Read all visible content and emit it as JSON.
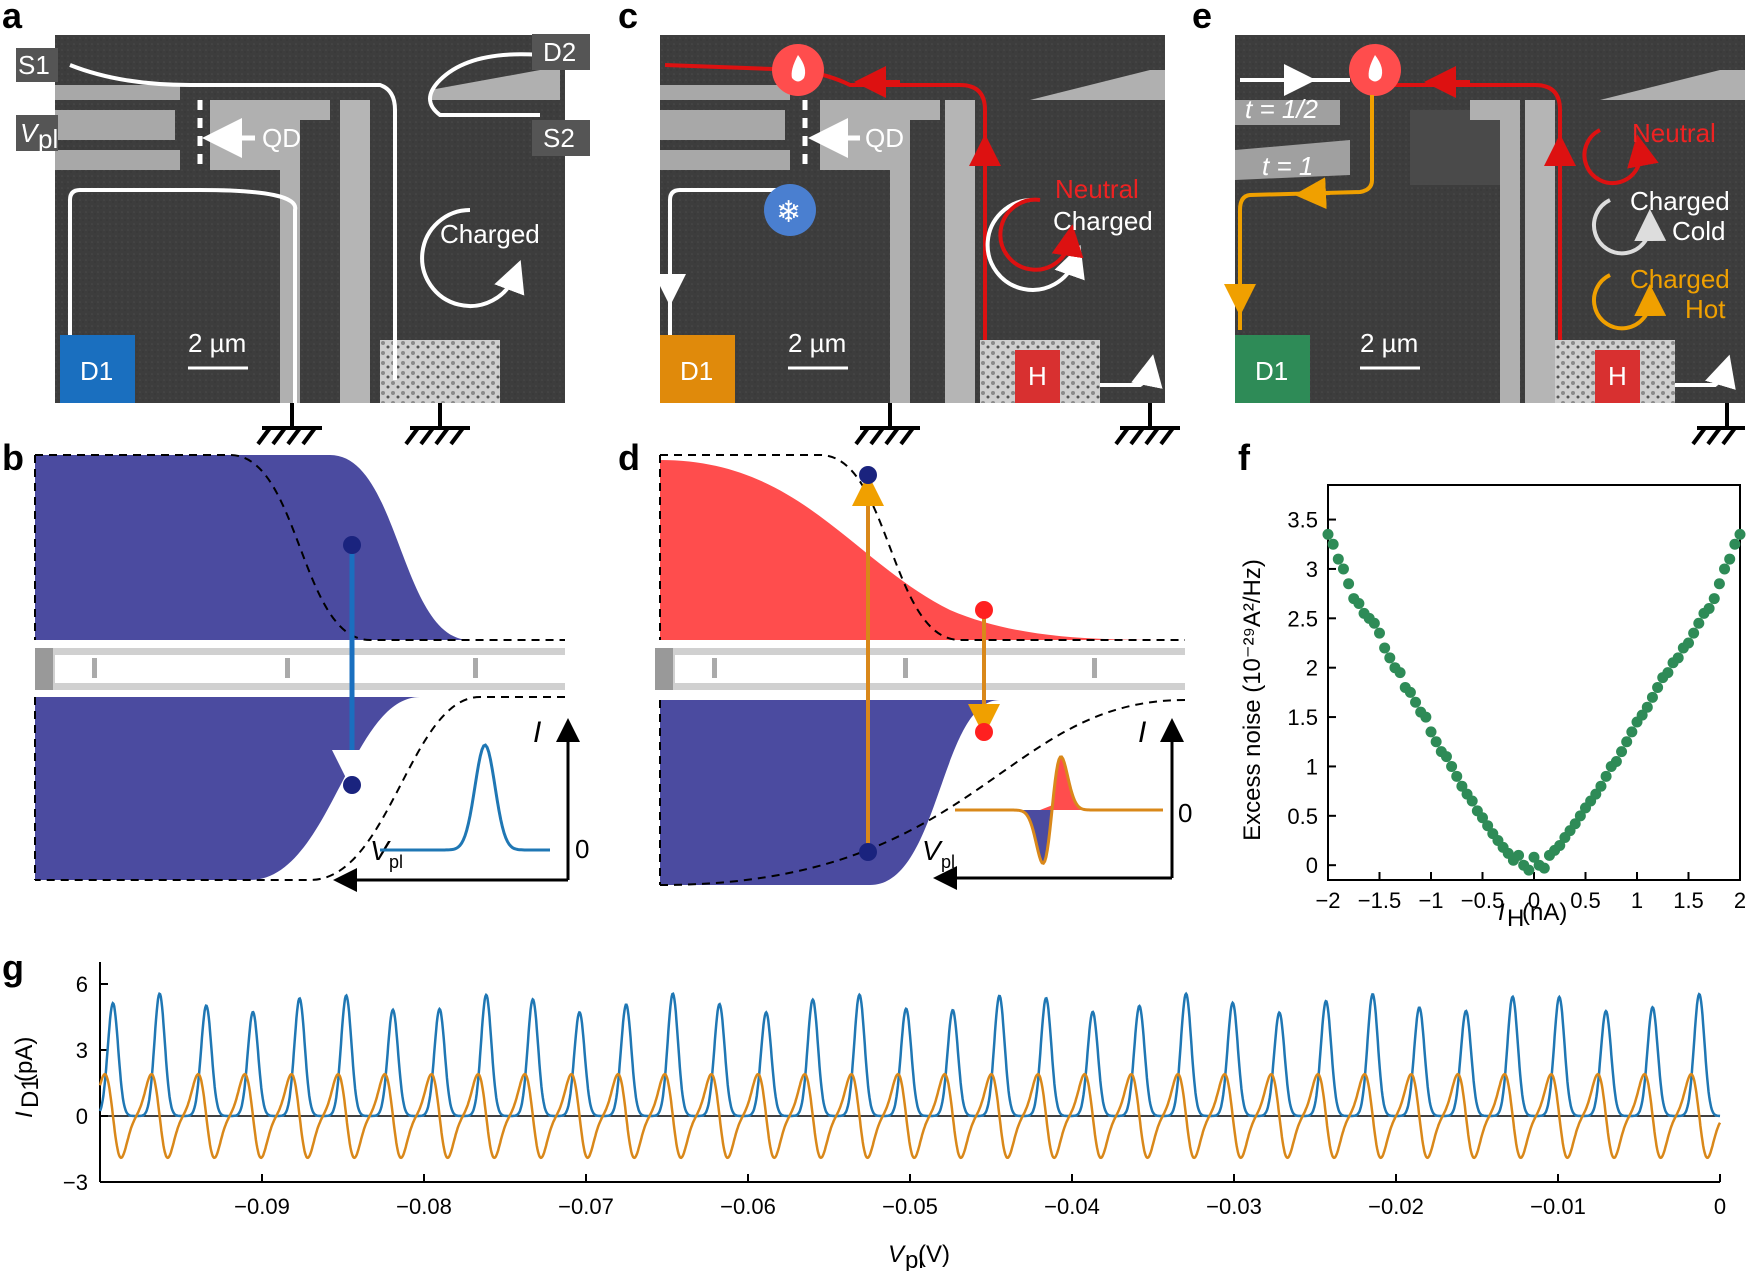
{
  "panel_labels": {
    "a": "a",
    "b": "b",
    "c": "c",
    "d": "d",
    "e": "e",
    "f": "f",
    "g": "g"
  },
  "panel_a": {
    "S1": "S1",
    "S2": "S2",
    "D2": "D2",
    "D1": "D1",
    "Vpl_main": "V",
    "Vpl_sub": "pl",
    "QD": "QD",
    "charged": "Charged",
    "scale": "2 µm"
  },
  "panel_c": {
    "QD": "QD",
    "neutral": "Neutral",
    "charged": "Charged",
    "D1": "D1",
    "H": "H",
    "scale": "2 µm"
  },
  "panel_e": {
    "t_half": "t = 1/2",
    "t_one": "t = 1",
    "neutral": "Neutral",
    "charged_cold_1": "Charged",
    "charged_cold_2": "Cold",
    "charged_hot_1": "Charged",
    "charged_hot_2": "Hot",
    "D1": "D1",
    "H": "H",
    "scale": "2 µm"
  },
  "panel_b": {
    "I_label": "I",
    "zero": "0",
    "Vpl_main": "V",
    "Vpl_sub": "pl"
  },
  "panel_d": {
    "I_label": "I",
    "zero": "0",
    "Vpl_main": "V",
    "Vpl_sub": "pl"
  },
  "colors": {
    "blue": "#1f77b4",
    "orange": "#d9881a",
    "green": "#2e8b57",
    "purple": "#4b4ba0",
    "red": "#ff4d4d",
    "sem_bg": "#3a3a3a",
    "d1_blue": "#1a6fbf",
    "d1_orange": "#e08a0b",
    "d1_green": "#2e8b57"
  },
  "chart_data": [
    {
      "type": "scatter",
      "panel": "f",
      "xlabel_main": "I",
      "xlabel_sub": "H",
      "xlabel_unit": " (nA)",
      "ylabel": "Excess noise (10⁻²⁹A²/Hz)",
      "xlim": [
        -2,
        2
      ],
      "ylim": [
        -0.15,
        3.85
      ],
      "xticks": [
        -2,
        -1.5,
        -1,
        -0.5,
        0,
        0.5,
        1,
        1.5,
        2
      ],
      "xtick_labels": [
        "−2",
        "−1.5",
        "−1",
        "−0.5",
        "0",
        "0.5",
        "1",
        "1.5",
        "2"
      ],
      "yticks": [
        0,
        0.5,
        1,
        1.5,
        2,
        2.5,
        3,
        3.5
      ],
      "ytick_labels": [
        "0",
        "0.5",
        "1",
        "1.5",
        "2",
        "2.5",
        "3",
        "3.5"
      ],
      "series": [
        {
          "color": "#2e8b57",
          "x": [
            -2,
            -1.95,
            -1.9,
            -1.85,
            -1.8,
            -1.75,
            -1.7,
            -1.65,
            -1.6,
            -1.55,
            -1.5,
            -1.45,
            -1.4,
            -1.35,
            -1.3,
            -1.25,
            -1.2,
            -1.15,
            -1.1,
            -1.05,
            -1,
            -0.95,
            -0.9,
            -0.85,
            -0.8,
            -0.75,
            -0.7,
            -0.65,
            -0.6,
            -0.55,
            -0.5,
            -0.45,
            -0.4,
            -0.35,
            -0.3,
            -0.25,
            -0.2,
            -0.15,
            -0.1,
            -0.05,
            0,
            0.05,
            0.1,
            0.15,
            0.2,
            0.25,
            0.3,
            0.35,
            0.4,
            0.45,
            0.5,
            0.55,
            0.6,
            0.65,
            0.7,
            0.75,
            0.8,
            0.85,
            0.9,
            0.95,
            1,
            1.05,
            1.1,
            1.15,
            1.2,
            1.25,
            1.3,
            1.35,
            1.4,
            1.45,
            1.5,
            1.55,
            1.6,
            1.65,
            1.7,
            1.75,
            1.8,
            1.85,
            1.9,
            1.95,
            2
          ],
          "y": [
            3.35,
            3.25,
            3.1,
            3.0,
            2.85,
            2.7,
            2.65,
            2.55,
            2.5,
            2.45,
            2.35,
            2.2,
            2.1,
            2.0,
            1.95,
            1.8,
            1.75,
            1.65,
            1.55,
            1.5,
            1.35,
            1.25,
            1.15,
            1.1,
            1.0,
            0.9,
            0.8,
            0.72,
            0.65,
            0.55,
            0.48,
            0.4,
            0.32,
            0.25,
            0.18,
            0.12,
            0.05,
            0.1,
            0.0,
            -0.05,
            0.08,
            0.0,
            -0.03,
            0.1,
            0.15,
            0.2,
            0.28,
            0.35,
            0.42,
            0.5,
            0.58,
            0.65,
            0.72,
            0.8,
            0.9,
            1.0,
            1.05,
            1.15,
            1.25,
            1.35,
            1.45,
            1.52,
            1.6,
            1.7,
            1.8,
            1.9,
            1.95,
            2.05,
            2.1,
            2.2,
            2.25,
            2.35,
            2.45,
            2.55,
            2.6,
            2.7,
            2.85,
            3.0,
            3.1,
            3.25,
            3.35
          ]
        }
      ]
    },
    {
      "type": "line",
      "panel": "g",
      "xlabel_main": "V",
      "xlabel_sub": "pl",
      "xlabel_unit": " (V)",
      "ylabel_main": "I",
      "ylabel_sub": "D1",
      "ylabel_unit": " (pA)",
      "xlim": [
        -0.1,
        0
      ],
      "ylim": [
        -3,
        7
      ],
      "xticks": [
        -0.09,
        -0.08,
        -0.07,
        -0.06,
        -0.05,
        -0.04,
        -0.03,
        -0.02,
        -0.01,
        0
      ],
      "xtick_labels": [
        "−0.09",
        "−0.08",
        "−0.07",
        "−0.06",
        "−0.05",
        "−0.04",
        "−0.03",
        "−0.02",
        "−0.01",
        "0"
      ],
      "yticks": [
        -3,
        0,
        3,
        6
      ],
      "ytick_labels": [
        "−3",
        "0",
        "3",
        "6"
      ],
      "period": 0.00288,
      "first_peak": -0.0992,
      "series": [
        {
          "color": "#1f77b4",
          "kind": "peaks",
          "peak_height": 5.4,
          "width": 0.00032
        },
        {
          "color": "#d9881a",
          "kind": "derivative",
          "amplitude": 1.9,
          "width": 0.0005
        }
      ]
    }
  ]
}
